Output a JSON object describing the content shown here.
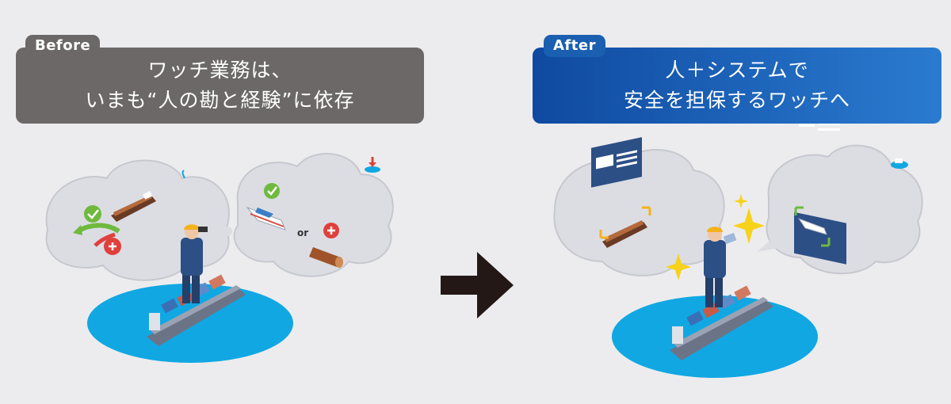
{
  "before": {
    "tag": "Before",
    "banner_line1": "ワッチ業務は、",
    "banner_line2": "いまも“人の勘と経験”に依存",
    "or_label": "or"
  },
  "after": {
    "tag": "After",
    "banner_line1": "人＋システムで",
    "banner_line2": "安全を担保するワッチへ"
  },
  "colors": {
    "before_accent": "#6c6868",
    "after_accent_start": "#0f4aa0",
    "after_accent_end": "#2a7bd0",
    "water": "#11a7e3",
    "check_green": "#6fba3e",
    "cross_red": "#e0403c",
    "arrow": "#231815"
  },
  "icons": [
    "check-icon",
    "cross-icon",
    "arrow-right-icon",
    "sparkle-icon",
    "speech-bubble-icon"
  ]
}
